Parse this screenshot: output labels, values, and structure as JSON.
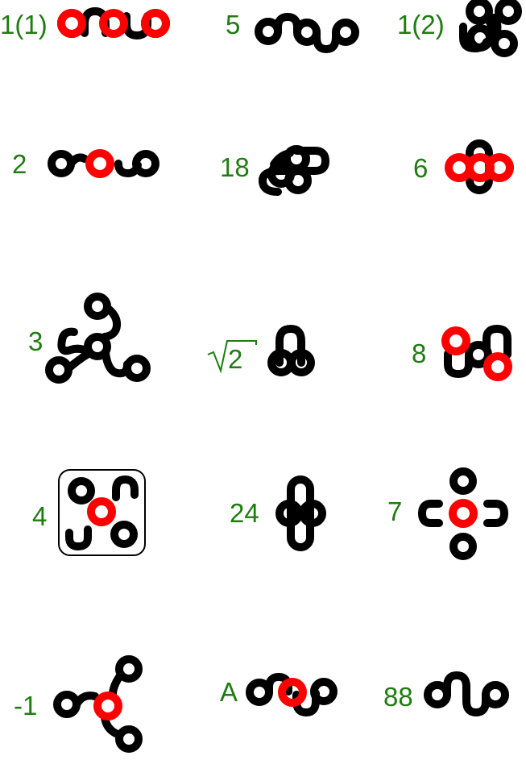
{
  "colors": {
    "label": "#1e7d10",
    "glyph": "#000000",
    "highlight": "#ff0000",
    "background": "#ffffff"
  },
  "labels": {
    "c1": "1(1)",
    "c2": "5",
    "c3": "1(2)",
    "c4": "2",
    "c5": "18",
    "c6": "6",
    "c7": "3",
    "c8": "2",
    "c9": "8",
    "c10": "4",
    "c11": "24",
    "c12": "7",
    "c13": "-1",
    "c14": "A",
    "c15": "88"
  }
}
